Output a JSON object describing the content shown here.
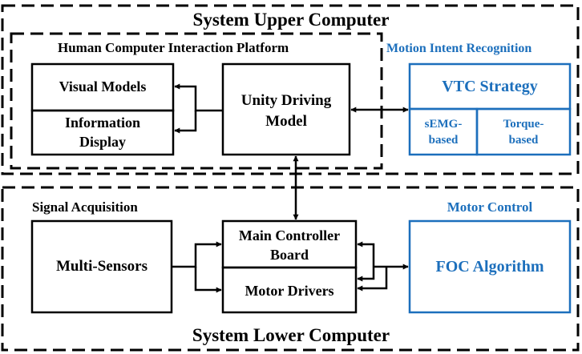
{
  "upper": {
    "title": "System Upper Computer",
    "hci_title": "Human Computer Interaction Platform",
    "visual_models": "Visual Models",
    "info_line1": "Information",
    "info_line2": "Display",
    "unity_line1": "Unity Driving",
    "unity_line2": "Model"
  },
  "motion": {
    "title": "Motion Intent Recognition",
    "vtc": "VTC Strategy",
    "semg_line1": "sEMG-",
    "semg_line2": "based",
    "torque_line1": "Torque-",
    "torque_line2": "based"
  },
  "lower": {
    "title": "System Lower Computer",
    "signal_title": "Signal Acquisition",
    "sensors": "Multi-Sensors",
    "main_line1": "Main Controller",
    "main_line2": "Board",
    "drivers": "Motor Drivers",
    "motor_title": "Motor Control",
    "foc": "FOC Algorithm"
  },
  "colors": {
    "blue": "#1c6fbc",
    "black": "#000000"
  }
}
